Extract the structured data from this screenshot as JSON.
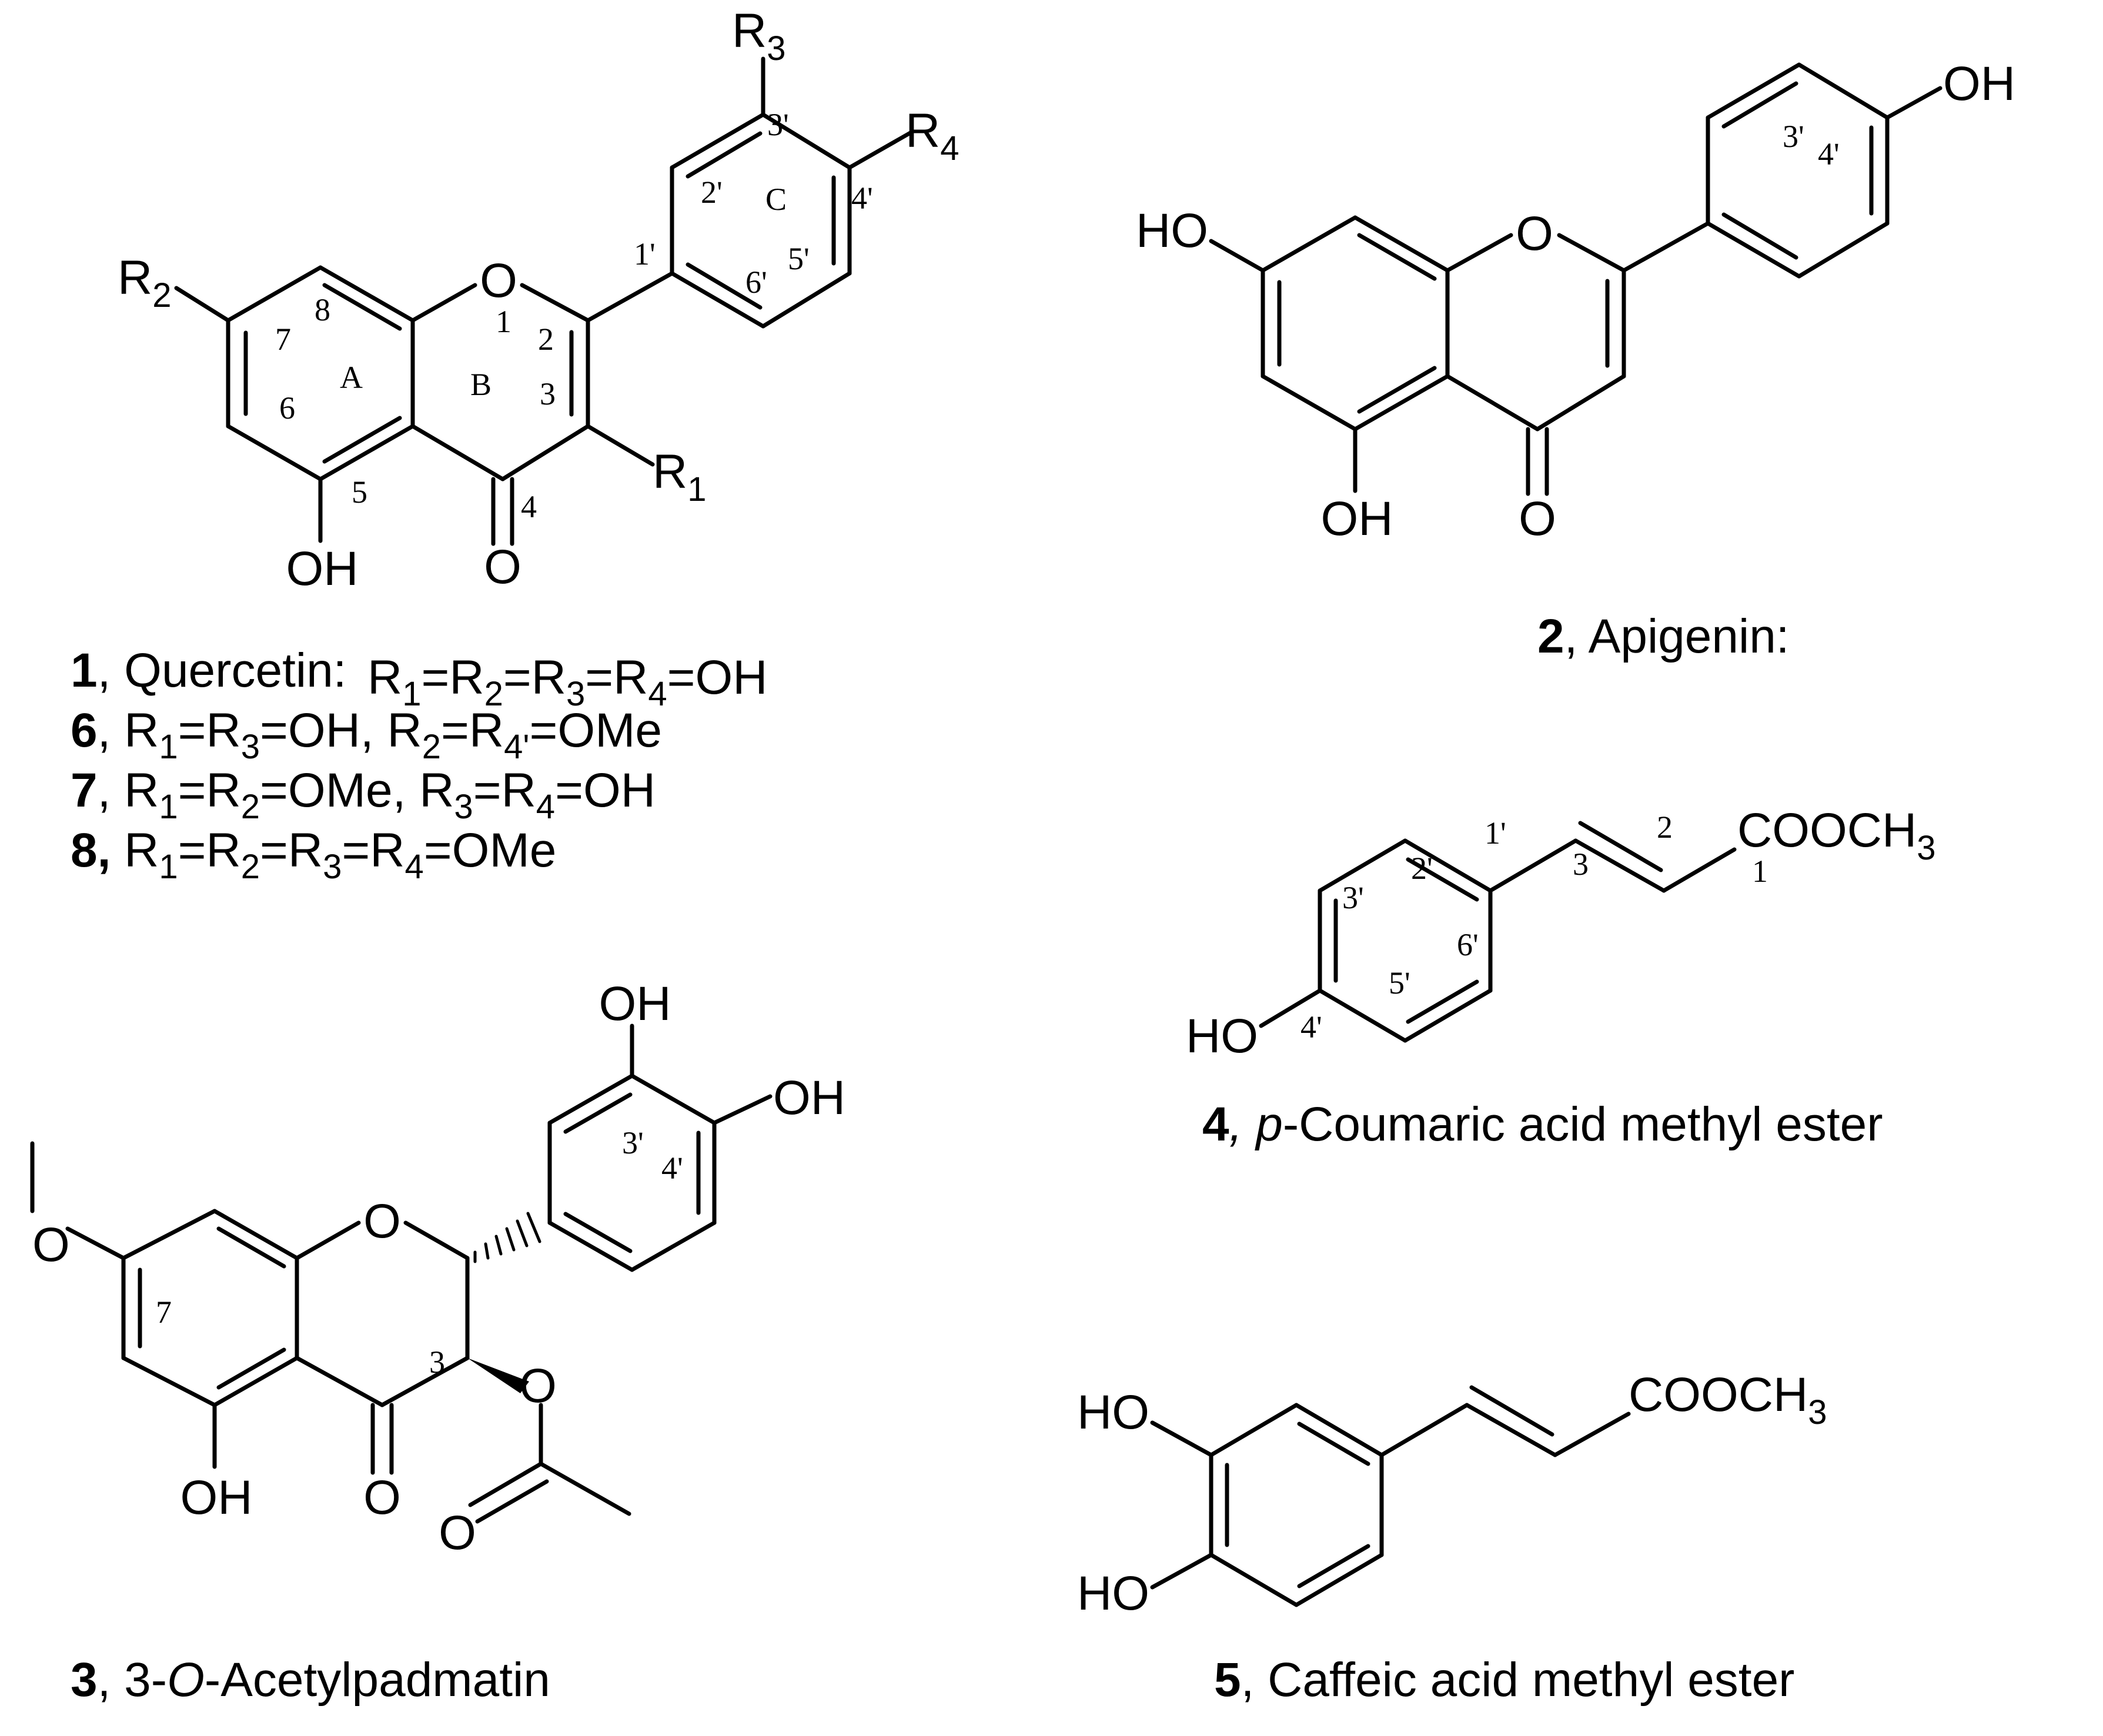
{
  "atoms": {
    "r1": "R",
    "r2": "R",
    "r3": "R",
    "r4": "R",
    "s1": "1",
    "s2": "2",
    "s3": "3",
    "s4": "4",
    "O": "O",
    "OH": "OH",
    "HO": "HO",
    "ester": "COOCH",
    "ester_sub": "3"
  },
  "ring_numbers": {
    "c1": [
      "1",
      "2",
      "3",
      "4",
      "5",
      "6",
      "7",
      "8",
      "1'",
      "2'",
      "3'",
      "4'",
      "5'",
      "6'"
    ],
    "c1_rings": [
      "A",
      "B",
      "C"
    ],
    "c2": [
      "3'",
      "4'"
    ],
    "c3": [
      "7",
      "3",
      "3'",
      "4'"
    ],
    "c4": [
      "1",
      "2",
      "3",
      "1'",
      "2'",
      "3'",
      "4'",
      "5'",
      "6'"
    ]
  },
  "captions": {
    "c1": {
      "num": "1",
      "name": ", Quercetin: ",
      "eq": "=R2=R3=R4=OH"
    },
    "c6": {
      "num": "6",
      "tail1": "=R3=OH, R2=R4'=OMe"
    },
    "c7": {
      "num": "7",
      "tail1": "=R2=OMe, R3=R4=OH"
    },
    "c8": {
      "num": "8,",
      "tail1": "=R2=R3=R4=OMe"
    },
    "c2": {
      "num": "2",
      "name": ", Apigenin:"
    },
    "c4": {
      "num": "4",
      "comma": ",",
      "p": "p",
      "name": "-Coumaric acid methyl ester"
    },
    "c3": {
      "num": "3",
      "pre": ", 3-",
      "o": "O",
      "name": "-Acetylpadmatin"
    },
    "c5": {
      "num": "5",
      "name": ", Caffeic acid methyl ester"
    }
  },
  "legend_tokens": {
    "R": "R",
    "eq": "=",
    "OH": "OH",
    "OMe": "OMe",
    "sep": ", ",
    "prime": "'"
  }
}
